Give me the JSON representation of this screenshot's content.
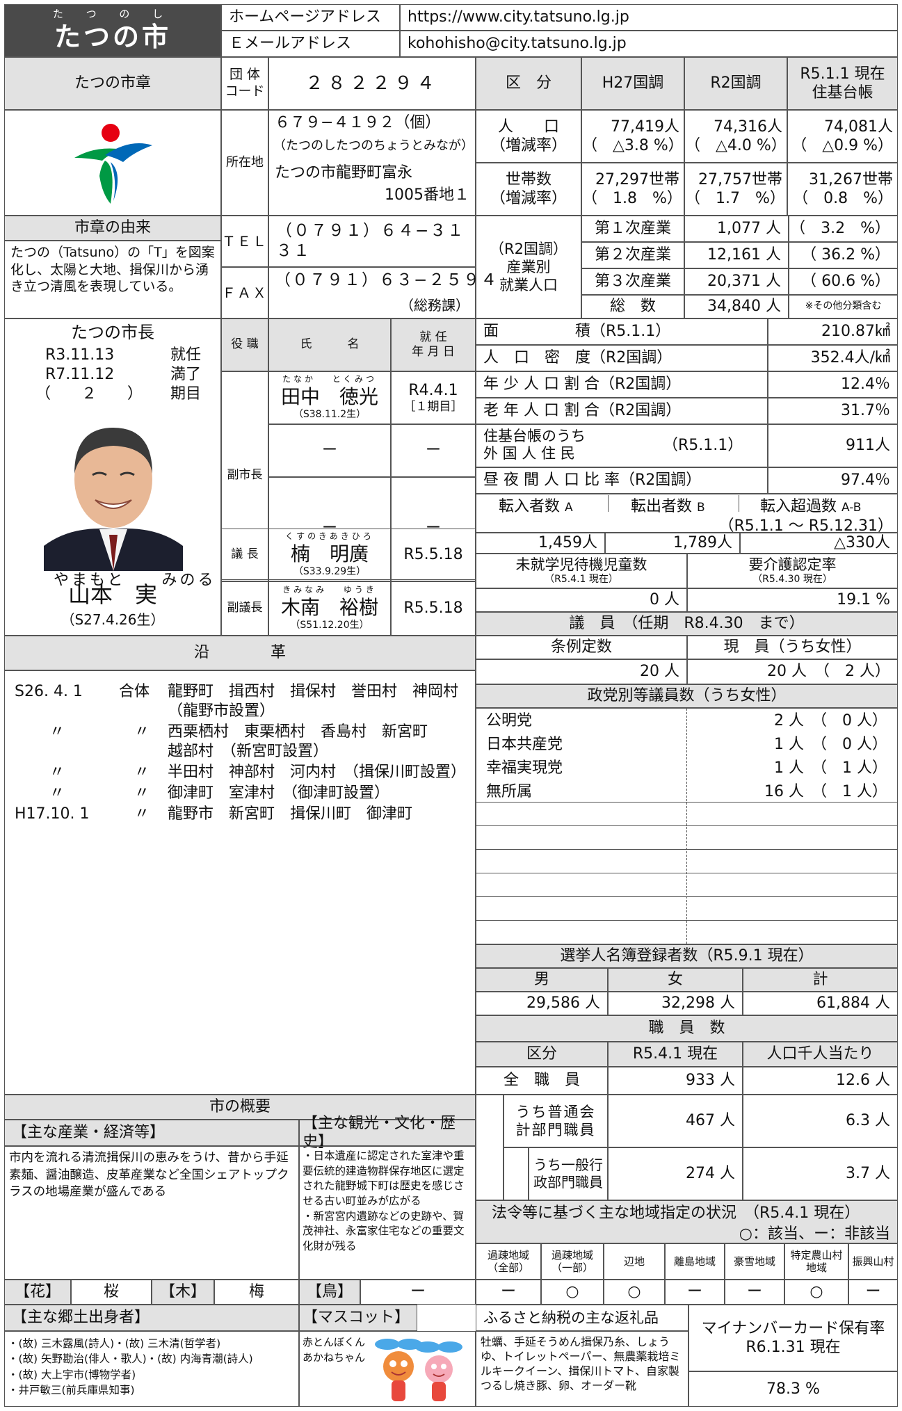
{
  "header": {
    "title_ruby": "た つ の し",
    "title": "たつの市",
    "homepage_label": "ホームページアドレス",
    "homepage_value": "https://www.city.tatsuno.lg.jp",
    "email_label": "Ｅメールアドレス",
    "email_value": "kohohisho@city.tatsuno.lg.jp"
  },
  "emblem": {
    "title": "たつの市章",
    "origin_title": "市章の由来",
    "origin_text": "たつの（Tatsuno）の「T」を図案化し、太陽と大地、揖保川から湧き立つ清風を表現している。",
    "colors": {
      "red": "#e60012",
      "green": "#009944",
      "blue": "#0068b7"
    }
  },
  "info": {
    "code_label": "団 体\nコード",
    "code_value": "２８２２９４",
    "address_label": "所在地",
    "postal": "６７９−４１９２（個）",
    "reading": "（たつのしたつのちょうとみなが）",
    "address1": "たつの市龍野町富永",
    "address2": "1005番地１",
    "tel_label": "ＴＥＬ",
    "tel_value": "（０７９１）６４−３１３１",
    "fax_label": "ＦＡＸ",
    "fax_value": "（０７９１）６３−２５９４",
    "fax_note": "（総務課）"
  },
  "population": {
    "header": [
      "区　分",
      "H27国調",
      "R2国調",
      "R5.1.1 現在\n住基台帳"
    ],
    "pop_label": "人　　口",
    "pop_rate_label": "（増減率）",
    "pop": [
      "77,419人",
      "74,316人",
      "74,081人"
    ],
    "pop_rate": [
      "（　△3.8 %）",
      "（　△4.0 %）",
      "（　△0.9 %）"
    ],
    "hh_label": "世帯数",
    "hh": [
      "27,297世帯",
      "27,757世帯",
      "31,267世帯"
    ],
    "hh_rate": [
      "（　1.8　%）",
      "（　1.7　%）",
      "（　0.8　%）"
    ]
  },
  "employment": {
    "label": "（R2国調）\n産業別\n就業人口",
    "rows": [
      {
        "name": "第１次産業",
        "count": "1,077 人",
        "rate": "（　3.2　%）"
      },
      {
        "name": "第２次産業",
        "count": "12,161 人",
        "rate": "（ 36.2 %）"
      },
      {
        "name": "第３次産業",
        "count": "20,371 人",
        "rate": "（ 60.6 %）"
      }
    ],
    "total_label": "総　数",
    "total": "34,840 人",
    "total_note": "※その他分類含む"
  },
  "mayor": {
    "title": "たつの市長",
    "start": "R3.11.13",
    "start_label": "就任",
    "end": "R7.11.12",
    "end_label": "満了",
    "term": "（　　２　　）",
    "term_label": "期目",
    "name_ruby": "やまもと　　みのる",
    "name": "山本　実",
    "born": "（S27.4.26生）"
  },
  "officials": {
    "header": [
      "役 職",
      "氏　　　名",
      "就 任\n年 月 日"
    ],
    "vice_label": "副市長",
    "vice1_ruby": "たなか　 とくみつ",
    "vice1_name": "田中　徳光",
    "vice1_born": "（S38.11.2生）",
    "vice1_date": "R4.4.1",
    "vice1_term": "［１期目］",
    "vice2_name": "ー",
    "vice2_date": "ー",
    "vice3_name": "ー",
    "vice3_date": "ー",
    "chair_label": "議 長",
    "chair_ruby": "くすのきあきひろ",
    "chair_name": "楠　明廣",
    "chair_born": "（S33.9.29生）",
    "chair_date": "R5.5.18",
    "vicechair_label": "副議長",
    "vicechair_ruby": "きみなみ　 ゆうき",
    "vicechair_name": "木南　裕樹",
    "vicechair_born": "（S51.12.20生）",
    "vicechair_date": "R5.5.18"
  },
  "stats": [
    {
      "label": "面　　　　　積（R5.1.1）",
      "value": "210.87㎢"
    },
    {
      "label": "人　口　密　度（R2国調）",
      "value": "352.4人/㎢"
    },
    {
      "label": "年 少 人 口 割 合（R2国調）",
      "value": "12.4％"
    },
    {
      "label": "老 年 人 口 割 合（R2国調）",
      "value": "31.7％"
    },
    {
      "label": "住基台帳のうち\n外 国 人 住 民",
      "label2": "（R5.1.1）",
      "value": "911人"
    },
    {
      "label": "昼 夜 間 人 口 比 率（R2国調）",
      "value": "97.4％"
    }
  ],
  "migration": {
    "in_label": "転入者数",
    "in_mark": "A",
    "out_label": "転出者数",
    "out_mark": "B",
    "net_label": "転入超過数",
    "net_mark": "A-B",
    "period": "（R5.1.1 ～ R5.12.31）",
    "in": "1,459人",
    "out": "1,789人",
    "net": "△330人"
  },
  "childcare": {
    "wait_label": "未就学児待機児童数",
    "wait_date": "（R5.4.1 現在）",
    "wait_value": "0 人",
    "care_label": "要介護認定率",
    "care_date": "（R5.4.30 現在）",
    "care_value": "19.1 %"
  },
  "council": {
    "title": "議　員　（任期　R8.4.30　まで）",
    "quota_label": "条例定数",
    "current_label": "現　員（うち女性）",
    "quota": "20 人",
    "current": "20 人　（　2 人）",
    "party_title": "政党別等議員数（うち女性）",
    "parties": [
      {
        "name": "公明党",
        "count": "2 人　（　0 人）"
      },
      {
        "name": "日本共産党",
        "count": "1 人　（　0 人）"
      },
      {
        "name": "幸福実現党",
        "count": "1 人　（　1 人）"
      },
      {
        "name": "無所属",
        "count": "16 人　（　1 人）"
      }
    ]
  },
  "history": {
    "title": "沿　　　　革",
    "rows": [
      {
        "date": "S26. 4. 1",
        "kind": "合体",
        "text": "龍野町　揖西村　揖保村　誉田村　神岡村",
        "sub": "（龍野市設置）"
      },
      {
        "date": "〃",
        "kind": "〃",
        "text": "西栗栖村　東栗栖村　香島村　新宮町",
        "sub": "越部村　（新宮町設置）"
      },
      {
        "date": "〃",
        "kind": "〃",
        "text": "半田村　神部村　河内村　（揖保川町設置）",
        "sub": ""
      },
      {
        "date": "〃",
        "kind": "〃",
        "text": "御津町　室津村　（御津町設置）",
        "sub": ""
      },
      {
        "date": "H17.10. 1",
        "kind": "〃",
        "text": "龍野市　新宮町　揖保川町　御津町",
        "sub": ""
      }
    ]
  },
  "electors": {
    "title": "選挙人名簿登録者数（R5.9.1 現在）",
    "header": [
      "男",
      "女",
      "計"
    ],
    "values": [
      "29,586 人",
      "32,298 人",
      "61,884 人"
    ]
  },
  "staff": {
    "title": "職　員　数",
    "header": [
      "区分",
      "R5.4.1 現在",
      "人口千人当たり"
    ],
    "all_label": "全　職　員",
    "all": "933 人",
    "all_rate": "12.6 人",
    "general_label": "うち普通会\n計部門職員",
    "general": "467 人",
    "general_rate": "6.3 人",
    "admin_label": "うち一般行\n政部門職員",
    "admin": "274 人",
    "admin_rate": "3.7 人"
  },
  "regions": {
    "title": "法令等に基づく主な地域指定の状況　（R5.4.1 現在）",
    "legend": "○：該当、ー：非該当",
    "headers": [
      "過疎地域\n（全部）",
      "過疎地域\n（一部）",
      "辺地",
      "離島地域",
      "豪雪地域",
      "特定農山村\n地域",
      "振興山村"
    ],
    "values": [
      "ー",
      "○",
      "○",
      "ー",
      "ー",
      "○",
      "ー"
    ]
  },
  "overview": {
    "title": "市の概要",
    "industry_title": "【主な産業・経済等】",
    "industry_text": "市内を流れる清流揖保川の恵みをうけ、昔から手延素麺、醤油醸造、皮革産業など全国シェアトップクラスの地場産業が盛んである",
    "tourism_title": "【主な観光・文化・歴史】",
    "tourism_text": "・日本遺産に認定された室津や重要伝統的建造物群保存地区に選定された龍野城下町は歴史を感じさせる古い町並みが広がる\n・新宮宮内遺跡などの史跡や、賀茂神社、永富家住宅などの重要文化財が残る",
    "flower_label": "【花】",
    "flower": "桜",
    "tree_label": "【木】",
    "tree": "梅",
    "bird_label": "【鳥】",
    "bird": "ー",
    "people_title": "【主な郷土出身者】",
    "people": [
      "・(故) 三木露風(詩人)・(故) 三木清(哲学者)",
      "・(故) 矢野勘治(俳人・歌人)・(故) 内海青潮(詩人)",
      "・(故) 大上宇市(博物学者)",
      "・井戸敏三(前兵庫県知事)"
    ],
    "mascot_title": "【マスコット】",
    "mascot_names": [
      "赤とんぼくん",
      "あかねちゃん"
    ]
  },
  "furusato": {
    "title": "ふるさと納税の主な返礼品",
    "text": "牡蠣、手延そうめん揖保乃糸、しょうゆ、トイレットペーパー、無農薬栽培ミルキークイーン、揖保川トマト、自家製つるし焼き豚、卵、オーダー靴"
  },
  "mynumber": {
    "title": "マイナンバーカード保有率",
    "date": "R6.1.31 現在",
    "value": "78.3 %"
  }
}
